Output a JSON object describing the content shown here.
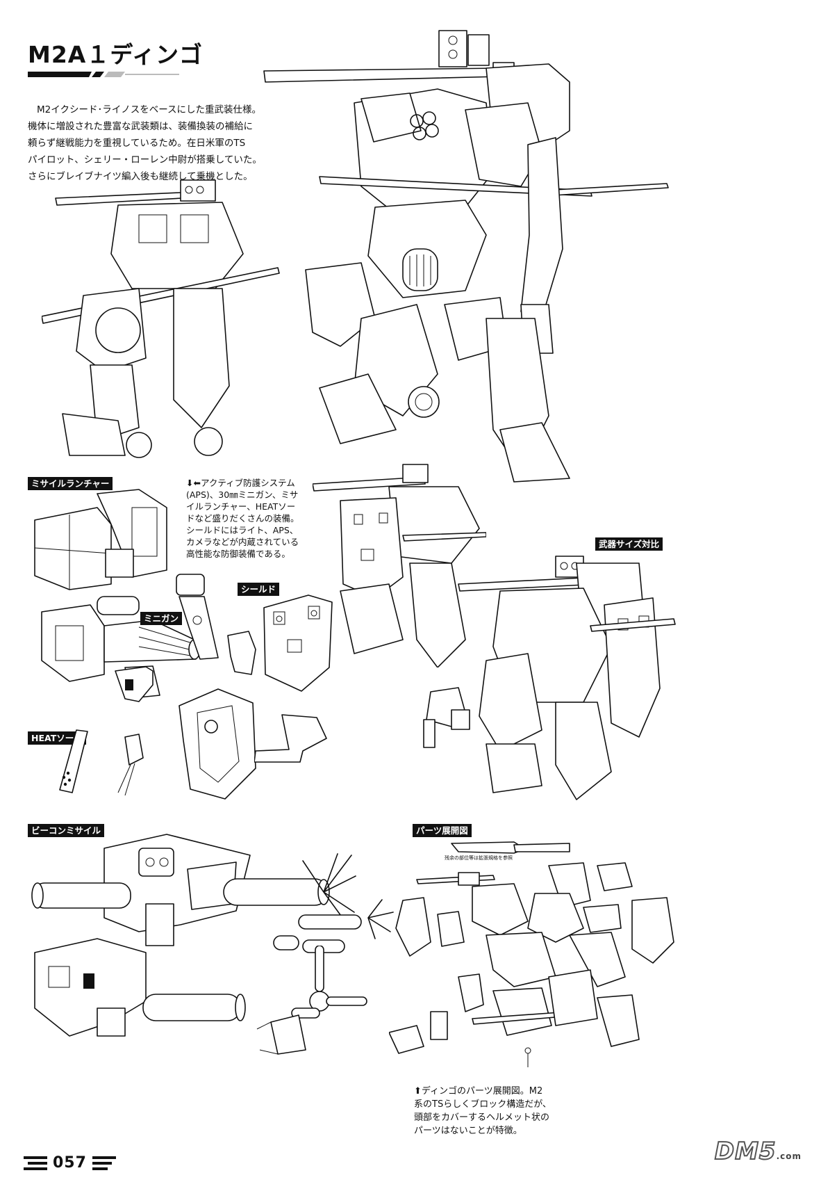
{
  "title": "M2A１ディンゴ",
  "intro": [
    "M2イクシード･ライノスをベースにした重武装仕様。",
    "機体に増設された豊富な武装類は、装備換装の補給に",
    "頼らず継戦能力を重視しているため。在日米軍のTS",
    "パイロット、シェリー・ローレン中尉が搭乗していた。",
    "さらにブレイブナイツ編入後も継続して乗機とした。"
  ],
  "labels": {
    "missile_launcher": "ミサイルランチャー",
    "minigun": "ミニガン",
    "shield": "シールド",
    "heat_sword": "HEATソード",
    "beacon_missile": "ビーコンミサイル",
    "weapon_size": "武器サイズ対比",
    "parts_exploded": "パーツ展開図"
  },
  "aps_caption": [
    "⬇⬅アクティブ防護システム",
    "(APS)、30㎜ミニガン、ミサ",
    "イルランチャー、HEATソー",
    "ドなど盛りだくさんの装備。",
    "シールドにはライト、APS、",
    "カメラなどが内蔵されている",
    "高性能な防御装備である。"
  ],
  "parts_note": "残余の部位等は拡張規格を参照",
  "parts_caption": [
    "⬆ディンゴのパーツ展開図。M2",
    "系のTSらしくブロック構造だが、",
    "頭部をカバーするヘルメット状の",
    "パーツはないことが特徴。"
  ],
  "page_number": "057",
  "watermark": {
    "text": "DM5",
    "suffix": ".com"
  }
}
